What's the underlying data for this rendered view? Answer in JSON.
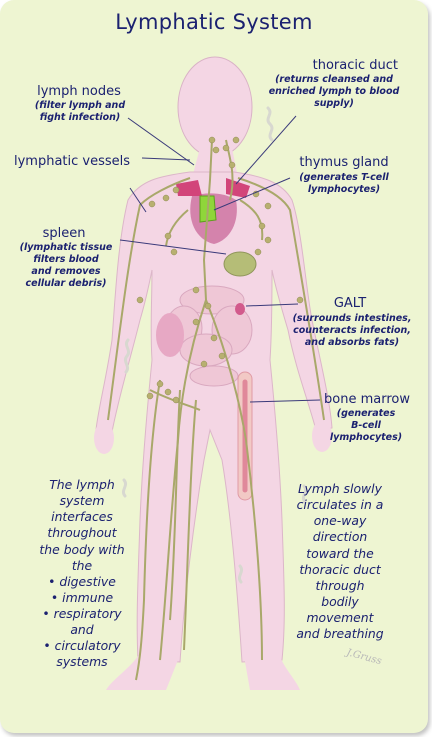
{
  "title": "Lymphatic System",
  "labels": {
    "thoracic_duct": {
      "name": "thoracic duct",
      "desc": [
        "(returns cleansed and",
        "enriched lymph to blood",
        "supply)"
      ]
    },
    "lymph_nodes": {
      "name": "lymph nodes",
      "desc": [
        "(filter lymph and",
        "fight infection)"
      ]
    },
    "lymphatic_vessels": {
      "name": "lymphatic vessels"
    },
    "thymus_gland": {
      "name": "thymus gland",
      "desc": [
        "(generates T-cell",
        "lymphocytes)"
      ]
    },
    "spleen": {
      "name": "spleen",
      "desc": [
        "(lymphatic tissue",
        "filters blood",
        "and removes",
        "cellular debris)"
      ]
    },
    "galt": {
      "name": "GALT",
      "desc": [
        "(surrounds intestines,",
        "counteracts infection,",
        "and absorbs fats)"
      ]
    },
    "bone_marrow": {
      "name": "bone marrow",
      "desc": [
        "(generates",
        "B-cell",
        "lymphocytes)"
      ]
    }
  },
  "left_note": {
    "intro": [
      "The lymph",
      "system",
      "interfaces",
      "throughout",
      "the body with",
      "the"
    ],
    "items": [
      "digestive",
      "immune",
      "respiratory",
      "and",
      "circulatory",
      "systems"
    ],
    "bullets": [
      true,
      true,
      true,
      false,
      true,
      false
    ]
  },
  "right_note": [
    "Lymph slowly",
    "circulates in a",
    "one-way",
    "direction",
    "toward the",
    "thoracic duct",
    "through",
    "bodily",
    "movement",
    "and breathing"
  ],
  "colors": {
    "text": "#1b2170",
    "background": "#eef5d2",
    "body": "#f4d6e4",
    "vessel": "#a9a86a",
    "thymus": "#8fd63a"
  }
}
